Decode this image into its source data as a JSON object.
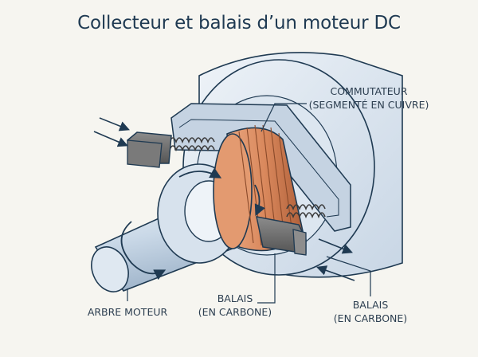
{
  "title": "Collecteur et balais d’un moteur DC",
  "labels": {
    "commutator": {
      "line1": "COMMUTATEUR",
      "line2": "(SEGMENTÉ EN CUIVRE)"
    },
    "shaft": "ARBRE MOTEUR",
    "brush_left": {
      "line1": "BALAIS",
      "line2": "(EN CARBONE)"
    },
    "brush_right": {
      "line1": "BALAIS",
      "line2": "(EN CARBONE)"
    }
  },
  "colors": {
    "copper": "#d9885c",
    "copper_dark": "#b0603a",
    "carbon": "#6f6f6f",
    "steel": "#bcd0e3",
    "outline": "#1f3a52"
  }
}
